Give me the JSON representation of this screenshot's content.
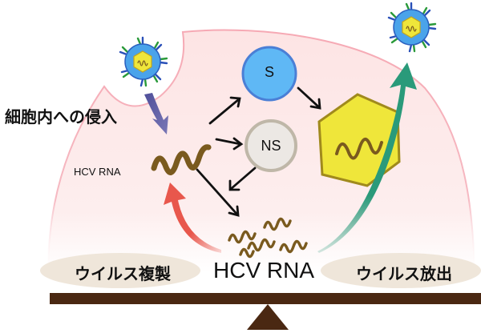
{
  "diagram": {
    "title": "HCV life cycle balance",
    "labels": {
      "entry": "細胞内への侵入",
      "hcv_rna_small": "HCV RNA",
      "structural_protein": "S",
      "nonstructural_protein": "NS",
      "hcv_rna_center": "HCV RNA",
      "replication": "ウイルス複製",
      "release": "ウイルス放出"
    },
    "colors": {
      "cell": "#fde8e8",
      "cell_border": "#f6a9b4",
      "rna": "#7a5a1e",
      "s_circle": "#5fb8f5",
      "s_border": "#4a7fd6",
      "ns_circle": "#ece8e4",
      "ns_border": "#bfb7a8",
      "capsid": "#efe63a",
      "capsid_border": "#a08a1c",
      "entry_arrow": "#6a68a8",
      "replication_arrow": "#e8574c",
      "release_arrow": "#2a9a7a",
      "pill": "#efe6da",
      "beam": "#4a2812",
      "virion": "#4aa3ea",
      "spike_blue": "#2a50b8",
      "spike_green": "#2a9a3a"
    }
  }
}
